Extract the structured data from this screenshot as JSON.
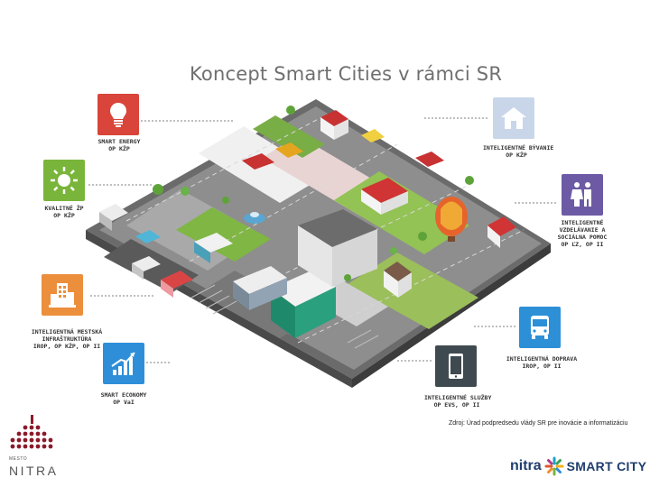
{
  "title": "Koncept Smart Cities v rámci SR",
  "source": "Zdroj: Úrad podpredsedu vlády SR pre inovácie a informatizáciu",
  "colors": {
    "energy": "#d9453a",
    "zp": "#7ab53b",
    "infra": "#ec8f3c",
    "economy": "#2e8fd8",
    "bytovanie": "#c9d6ea",
    "vzdelavanie": "#6d5aa5",
    "doprava": "#2d90d6",
    "sluzby": "#3f4a50",
    "brand_dark": "#1f3d6e",
    "dots": "#8b1a2a"
  },
  "categories": [
    {
      "id": "energy",
      "icon": "bulb-icon",
      "line1": "SMART ENERGY",
      "line2": "OP KŽP"
    },
    {
      "id": "zp",
      "icon": "sun-icon",
      "line1": "KVALITNÉ ŽP",
      "line2": "OP KŽP"
    },
    {
      "id": "infra",
      "icon": "building-icon",
      "line1": "INTELIGENTNÁ MESTSKÁ",
      "line2": "INFRAŠTRUKTÚRA",
      "line3": "IROP, OP KŽP, OP II"
    },
    {
      "id": "economy",
      "icon": "growth-chart-icon",
      "line1": "SMART ECONOMY",
      "line2": "OP VaI"
    },
    {
      "id": "bytovanie",
      "icon": "house-icon",
      "line1": "INTELIGENTNÉ BÝVANIE",
      "line2": "OP KŽP"
    },
    {
      "id": "vzdelavanie",
      "icon": "people-icon",
      "line1": "INTELIGENTNÉ",
      "line2": "VZDELÁVANIE A",
      "line3": "SOCIÁLNA POMOC",
      "line4": "OP ĽZ, OP II"
    },
    {
      "id": "doprava",
      "icon": "bus-icon",
      "line1": "INTELIGENTNÁ DOPRAVA",
      "line2": "IROP, OP II"
    },
    {
      "id": "sluzby",
      "icon": "tablet-icon",
      "line1": "INTELIGENTNÉ SLUŽBY",
      "line2": "OP EVS, OP II"
    }
  ],
  "logo_left": {
    "small": "MESTO",
    "name": "NITRA"
  },
  "logo_right": {
    "part1": "nitra",
    "part2": "SMART CITY"
  }
}
